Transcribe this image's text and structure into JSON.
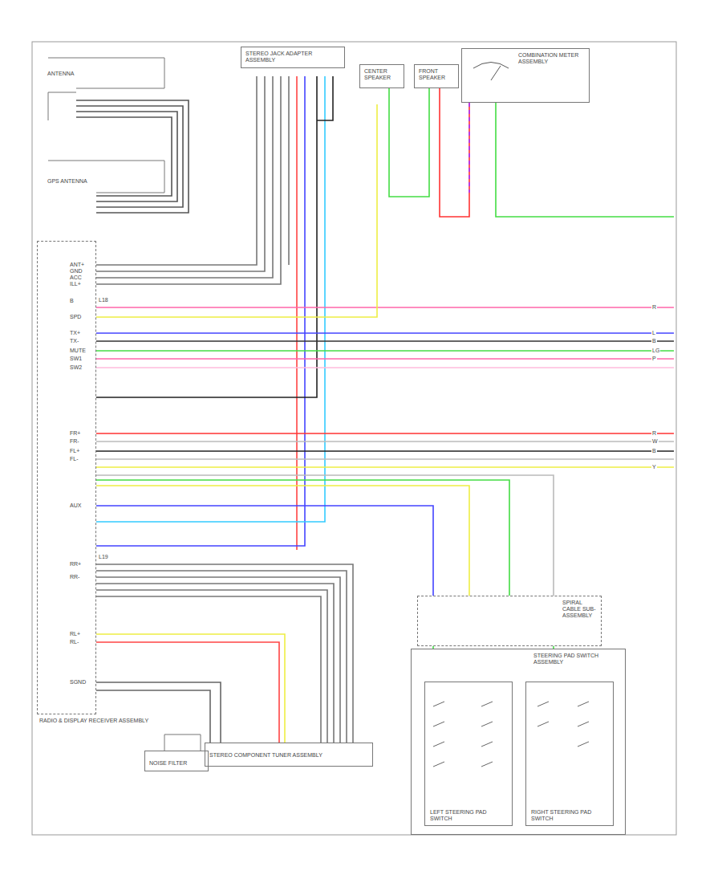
{
  "diagram": {
    "nodes": [
      {
        "text": [
          "RADIO & DISPLAY RECEIVER ASSEMBLY"
        ]
      },
      {
        "text": [
          "STEREO JACK ADAPTER ASSEMBLY"
        ]
      },
      {
        "text": [
          "CENTER SPEAKER"
        ]
      },
      {
        "text": [
          "FRONT SPEAKER"
        ]
      },
      {
        "text": [
          "COMBINATION METER ASSEMBLY"
        ]
      },
      {
        "text": [
          "SPIRAL CABLE SUB-ASSEMBLY"
        ]
      },
      {
        "text": [
          "STEERING PAD SWITCH ASSEMBLY"
        ]
      },
      {
        "text": [
          "LEFT STEERING PAD SWITCH"
        ],
        "in": 6
      },
      {
        "text": [
          "RIGHT STEERING PAD SWITCH"
        ],
        "in": 6
      },
      {
        "text": [
          "STEREO COMPONENT TUNER ASSEMBLY"
        ]
      },
      {
        "text": [
          "NOISE FILTER"
        ]
      }
    ],
    "edges": [
      {
        "from": 0,
        "to": 5,
        "arrow": "none"
      },
      {
        "from": 5,
        "to": 6,
        "arrow": "none"
      }
    ],
    "labels": [
      "ANTENNA",
      "GPS ANTENNA",
      "L18",
      "L19",
      "ANT+",
      "GND",
      "ACC",
      "ILL+",
      "B",
      "SPD",
      "TX+",
      "TX-",
      "MUTE",
      "SW1",
      "SW2",
      "FR+",
      "FR-",
      "FL+",
      "FL-",
      "AUX",
      "RR+",
      "RR-",
      "RL+",
      "RL-",
      "SGND",
      "R",
      "L",
      "B",
      "LG",
      "P",
      "R",
      "W",
      "B",
      "Y"
    ]
  }
}
